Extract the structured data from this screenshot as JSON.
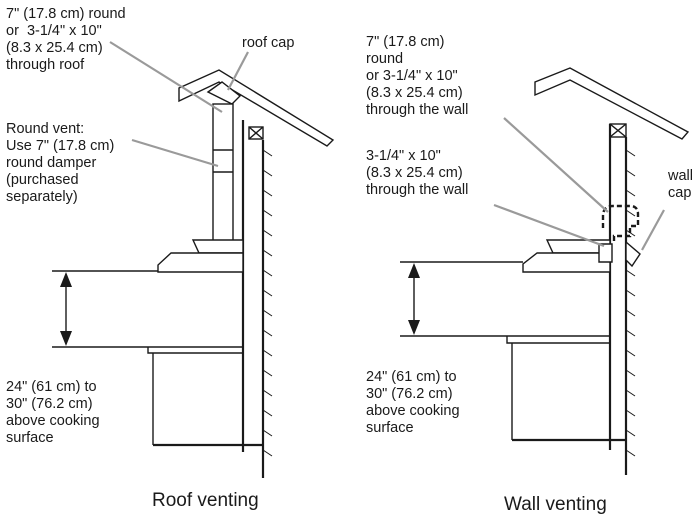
{
  "roof": {
    "opening_label": "7\" (17.8 cm) round\nor  3-1/4\" x 10\"\n(8.3 x 25.4 cm)\nthrough roof",
    "cap_label": "roof cap",
    "damper_label": "Round vent:\nUse 7\" (17.8 cm)\nround damper\n(purchased\nseparately)",
    "height_label": "24\" (61 cm) to\n30\" (76.2 cm)\nabove cooking\nsurface",
    "caption": "Roof venting"
  },
  "wall": {
    "round_label": "7\" (17.8 cm)\nround\nor 3-1/4\" x 10\"\n(8.3 x 25.4 cm)\nthrough the wall",
    "rect_label": "3-1/4\" x 10\"\n(8.3 x 25.4 cm)\nthrough the wall",
    "cap_label": "wall\ncap",
    "height_label": "24\" (61 cm) to\n30\" (76.2 cm)\nabove cooking\nsurface",
    "caption": "Wall venting"
  }
}
